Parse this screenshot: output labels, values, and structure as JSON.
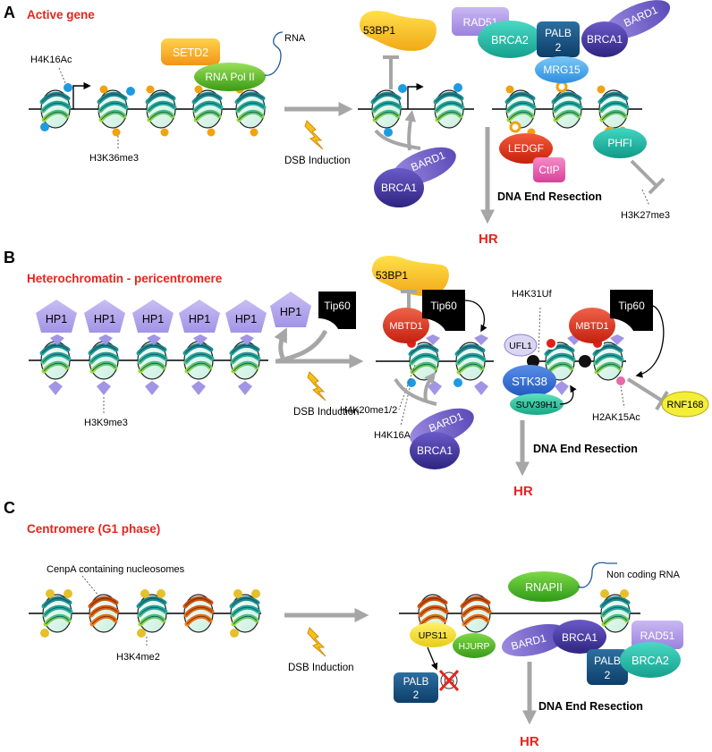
{
  "colors": {
    "red": "#e8231c",
    "gray": "#a6a6a6",
    "black": "#000000",
    "blue_mark": "#1d9be0",
    "orange_mark": "#f2a20e",
    "yellow_mark": "#e6c02a",
    "pink_mark": "#e56ba8",
    "red_mark": "#e0201a"
  },
  "panels": [
    {
      "letter": "A",
      "title": "Active gene"
    },
    {
      "letter": "B",
      "title": "Heterochromatin  - pericentromere"
    },
    {
      "letter": "C",
      "title": "Centromere (G1 phase)"
    }
  ],
  "A": {
    "marks": {
      "h4k16ac": "H4K16Ac",
      "h3k36me3": "H3K36me3",
      "rna": "RNA",
      "h3k27me3": "H3K27me3"
    },
    "proteins": {
      "setd2": "SETD2",
      "rnapol": "RNA Pol II",
      "p53bp1": "53BP1",
      "rad51": "RAD51",
      "brca2": "BRCA2",
      "palb_1": "PALB",
      "palb_2": "2",
      "bard1_top": "BARD1",
      "brca1_top": "BRCA1",
      "mrg15": "MRG15",
      "ledgf": "LEDGF",
      "ctip": "CtIP",
      "phf1": "PHFI",
      "bard1_low": "BARD1",
      "brca1_low": "BRCA1"
    },
    "dsb": "DSB Induction",
    "resection": "DNA End Resection",
    "hr": "HR"
  },
  "B": {
    "marks": {
      "h3k9me3": "H3K9me3",
      "h4k20": "H4K20me1/2",
      "h4k16ac": "H4K16Ac",
      "h4k31uf": "H4K31Uf",
      "h2ak15ac": "H2AK15Ac"
    },
    "hp1": "HP1",
    "tip60": "Tip60",
    "proteins": {
      "p53bp1": "53BP1",
      "mbtd1_a": "MBTD1",
      "mbtd1_b": "MBTD1",
      "ufl1": "UFL1",
      "stk38": "STK38",
      "suv39h1": "SUV39H1",
      "rnf168": "RNF168",
      "bard1": "BARD1",
      "brca1": "BRCA1"
    },
    "dsb": "DSB Induction",
    "resection": "DNA End Resection",
    "hr": "HR"
  },
  "C": {
    "marks": {
      "cenpa": "CenpA containing nucleosomes",
      "h3k4me2": "H3K4me2",
      "ncrna": "Non coding RNA"
    },
    "proteins": {
      "rnapii": "RNAPII",
      "ups11": "UPS11",
      "hjurp": "HJURP",
      "ub": "Ub",
      "palb_left_1": "PALB",
      "palb_left_2": "2",
      "bard1": "BARD1",
      "brca1": "BRCA1",
      "palb_1": "PALB",
      "palb_2": "2",
      "brca2": "BRCA2",
      "rad51": "RAD51"
    },
    "dsb": "DSB Induction",
    "resection": "DNA End Resection",
    "hr": "HR"
  }
}
